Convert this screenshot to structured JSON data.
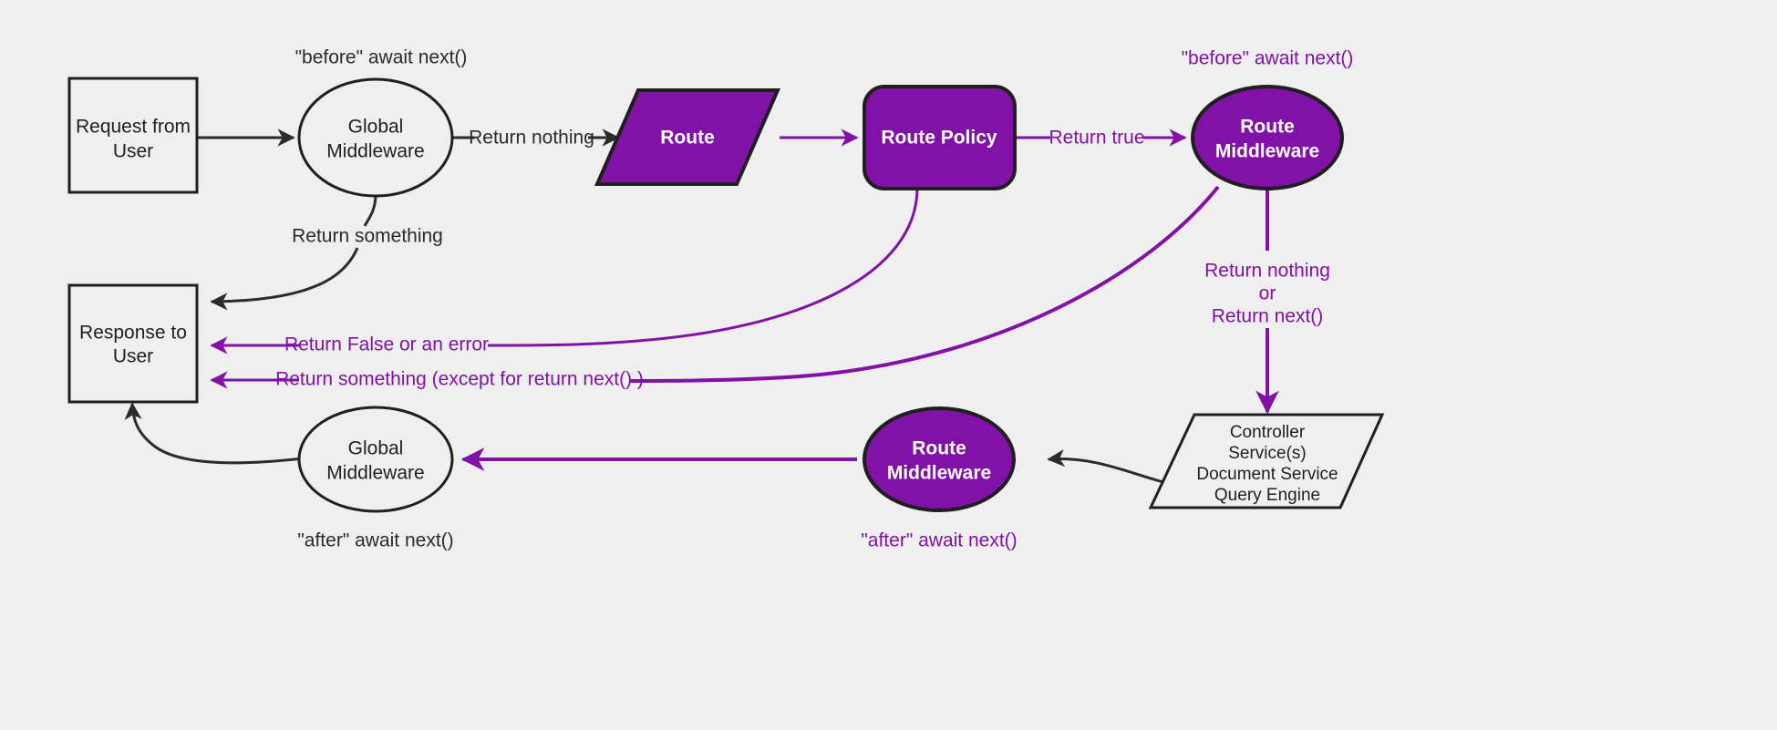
{
  "diagram": {
    "title": "Request / Middleware lifecycle flow",
    "background_color": "#efefef",
    "accent_color": "#8211a7",
    "dark_color": "#1f1f1f",
    "nodes": {
      "request_from_user": "Request from\nUser",
      "request_from_user_line1": "Request from",
      "request_from_user_line2": "User",
      "global_middleware_before_line1": "Global",
      "global_middleware_before_line2": "Middleware",
      "route_line1": "Route",
      "route_policy_line1": "Route Policy",
      "route_middleware_before_line1": "Route",
      "route_middleware_before_line2": "Middleware",
      "controller_line1": "Controller",
      "controller_line2": "Service(s)",
      "controller_line3": "Document Service",
      "controller_line4": "Query Engine",
      "route_middleware_after_line1": "Route",
      "route_middleware_after_line2": "Middleware",
      "global_middleware_after_line1": "Global",
      "global_middleware_after_line2": "Middleware",
      "response_to_user_line1": "Response to",
      "response_to_user_line2": "User"
    },
    "annotations": {
      "before_await_next_global": "\"before\" await next()",
      "before_await_next_route": "\"before\" await next()",
      "after_await_next_global": "\"after\" await next()",
      "after_await_next_route": "\"after\" await next()"
    },
    "edge_labels": {
      "return_something_top": "Return something",
      "return_nothing_top": "Return nothing",
      "return_true": "Return true",
      "return_nothing_or_l1": "Return nothing",
      "return_nothing_or_l2": "or",
      "return_nothing_or_l3": "Return next()",
      "return_false_or_error": "Return False or an error",
      "return_something_except": "Return something (except for return next() )"
    }
  }
}
